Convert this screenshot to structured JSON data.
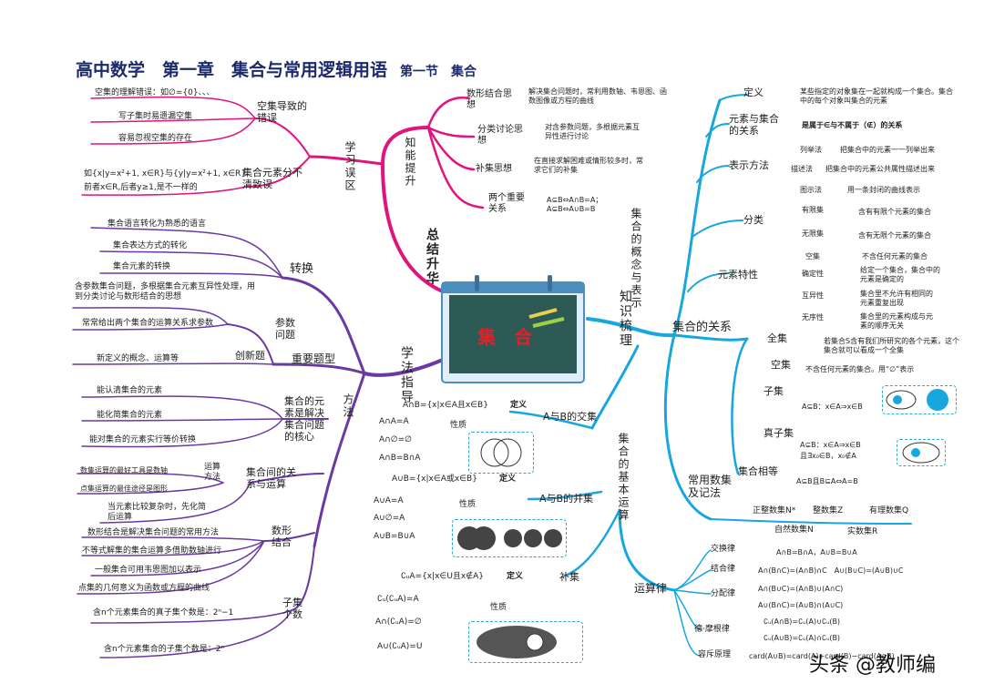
{
  "title": {
    "main": "高中数学　第一章　集合与常用逻辑用语",
    "section": "第一节　集合"
  },
  "center": {
    "label": "集　合"
  },
  "colors": {
    "pink": "#e0147c",
    "purple": "#6a3aa2",
    "cyan": "#18a6de",
    "title": "#1a2a6b"
  },
  "watermark": "头条 @教师编",
  "branches": {
    "summary": {
      "label": "总结升华",
      "xuexi": "学习误区",
      "zhineng": "知能提升"
    },
    "knowledge": {
      "label": "知识梳理",
      "concept": "集合的概念与表示",
      "relation": "集合的关系",
      "notation": "常用数集及记法",
      "ops": "集合的基本运算",
      "laws": "运算律"
    },
    "method": {
      "label": "学法指导",
      "fangfa": "方法",
      "zhuanhuan": "转换",
      "zhongyao": "重要题型"
    }
  },
  "left_top": {
    "kongji_title": "空集导致的错误",
    "kongji": [
      "空集的理解错误：如∅={0}、、、",
      "写子集时易遗漏空集",
      "容易忽视空集的存在"
    ],
    "yuansu_title": "集合元素分不清致误",
    "yuansu": [
      "如{x|y=x²+1, x∈R}与{y|y=x²+1, x∈R}",
      "前者x∈R,后者y≥1,是不一样的"
    ]
  },
  "zhineng": [
    {
      "k": "数形结合思想",
      "v": "解决集合问题时，常利用数轴、韦恩图、函数图像或方程的曲线"
    },
    {
      "k": "分类讨论思想",
      "v": "对含参数问题，多根据元素互异性进行讨论"
    },
    {
      "k": "补集思想",
      "v": "在直接求解困难或情形较多时，常求它们的补集"
    },
    {
      "k": "两个重要关系",
      "v": "A⊆B⇔A∩B=A；A⊆B⇔A∪B=B"
    }
  ],
  "zhuanhuan": [
    "集合语言转化为熟悉的语言",
    "集合表达方式的转化",
    "集合元素的转换"
  ],
  "tixing": {
    "canshu_title": "参数问题",
    "canshu": [
      "含参数集合问题，多根据集合元素互异性处理，用到分类讨论与数形结合的思想",
      "常常给出两个集合的运算关系求参数"
    ],
    "chuangxin_title": "创新题",
    "chuangxin": "新定义的概念、运算等"
  },
  "fangfa": {
    "hexin_title": "集合的元素是解决集合问题的核心",
    "hexin": [
      "能认清集合的元素",
      "能化简集合的元素",
      "能对集合的元素实行等价转换"
    ],
    "yunsuan_title": "集合间的关系与运算",
    "yunsuan_sub": "运算方法",
    "yunsuan": [
      "数集运算的最好工具是数轴",
      "点集运算的最佳途径是图形",
      "当元素比较复杂时，先化简后运算"
    ],
    "shuxing_title": "数形结合",
    "shuxing": [
      "数形结合是解决集合问题的常用方法",
      "不等式解集的集合运算多借助数轴进行",
      "一般集合可用韦恩图加以表示",
      "点集的几何意义为函数或方程的曲线"
    ],
    "ziji_title": "子集个数",
    "ziji": [
      "含n个元素集合的真子集个数是：2ⁿ−1",
      "含n个元素集合的子集个数是：2ⁿ"
    ]
  },
  "ops": {
    "jiao_title": "A与B的交集",
    "jiao_def": "A∩B={x|x∈A且x∈B}",
    "bing_title": "A与B的并集",
    "bing_def": "A∪B={x|x∈A或x∈B}",
    "bu_title": "补集",
    "bu_def": "∁ᵤA={x|x∈U且x∉A}",
    "def": "定义",
    "prop": "性质",
    "jiao_props": [
      "A∩A=A",
      "A∩∅=∅",
      "A∩B=B∩A"
    ],
    "bing_props": [
      "A∪A=A",
      "A∪∅=A",
      "A∪B=B∪A"
    ],
    "bu_props": [
      "∁ᵤ(∁ᵤA)=A",
      "A∩(∁ᵤA)=∅",
      "A∪(∁ᵤA)=U"
    ]
  },
  "concept": {
    "dingyi": "定义",
    "dingyi_v": "某些指定的对象集在一起就构成一个集合。集合中的每个对象叫集合的元素",
    "yuansu": "元素与集合的关系",
    "yuansu_v": "是属于∈与不属于（∉）的关系",
    "biaoshi": "表示方法",
    "biaoshi_items": [
      {
        "k": "列举法",
        "v": "把集合中的元素一一列举出来"
      },
      {
        "k": "描述法",
        "v": "把集合中的元素公共属性描述出来"
      },
      {
        "k": "图示法",
        "v": "用一条封闭的曲线表示"
      }
    ],
    "fenlei": "分类",
    "fenlei_items": [
      {
        "k": "有限集",
        "v": "含有有限个元素的集合"
      },
      {
        "k": "无限集",
        "v": "含有无限个元素的集合"
      },
      {
        "k": "空集",
        "v": "不含任何元素的集合"
      }
    ],
    "texing": "元素特性",
    "texing_items": [
      {
        "k": "确定性",
        "v": "给定一个集合，集合中的元素是确定的"
      },
      {
        "k": "互异性",
        "v": "集合里不允许有相同的元素重复出现"
      },
      {
        "k": "无序性",
        "v": "集合里的元素构成与元素的顺序无关"
      }
    ]
  },
  "relation": {
    "quanji": "全集",
    "quanji_v": "若集合S含有我们所研究的各个元素，这个集合就可以看成一个全集",
    "kongji": "空集",
    "kongji_v": "不含任何元素的集合。用“∅”表示",
    "ziji": "子集",
    "ziji_v": "A⊆B：x∈A⇒x∈B",
    "zhenziji": "真子集",
    "zhenziji_v1": "A⊊B：x∈A⇒x∈B",
    "zhenziji_v2": "且∃x₀∈B，x₀∉A",
    "xiangdeng": "集合相等",
    "xiangdeng_v": "A⊆B且B⊆A⇔A=B"
  },
  "notation": [
    "正整数集N*",
    "整数集Z",
    "有理数集Q",
    "自然数集N",
    "实数集R"
  ],
  "laws": [
    {
      "k": "交换律",
      "v": "A∩B=B∩A，A∪B=B∪A"
    },
    {
      "k": "结合律",
      "v": "A∩(B∩C)=(A∩B)∩C　A∪(B∪C)=(A∪B)∪C"
    },
    {
      "k": "分配律",
      "v": "A∩(B∪C)=(A∩B)∪(A∩C)",
      "v2": "A∪(B∩C)=(A∪B)∩(A∪C)"
    },
    {
      "k": "德·摩根律",
      "v": "∁ᵤ(A∩B)=∁ᵤ(A)∪∁ᵤ(B)",
      "v2": "∁ᵤ(A∪B)=∁ᵤ(A)∩∁ᵤ(B)"
    },
    {
      "k": "容斥原理",
      "v": "card(A∪B)=card(A)+card(B)−card(A∩B)"
    }
  ]
}
